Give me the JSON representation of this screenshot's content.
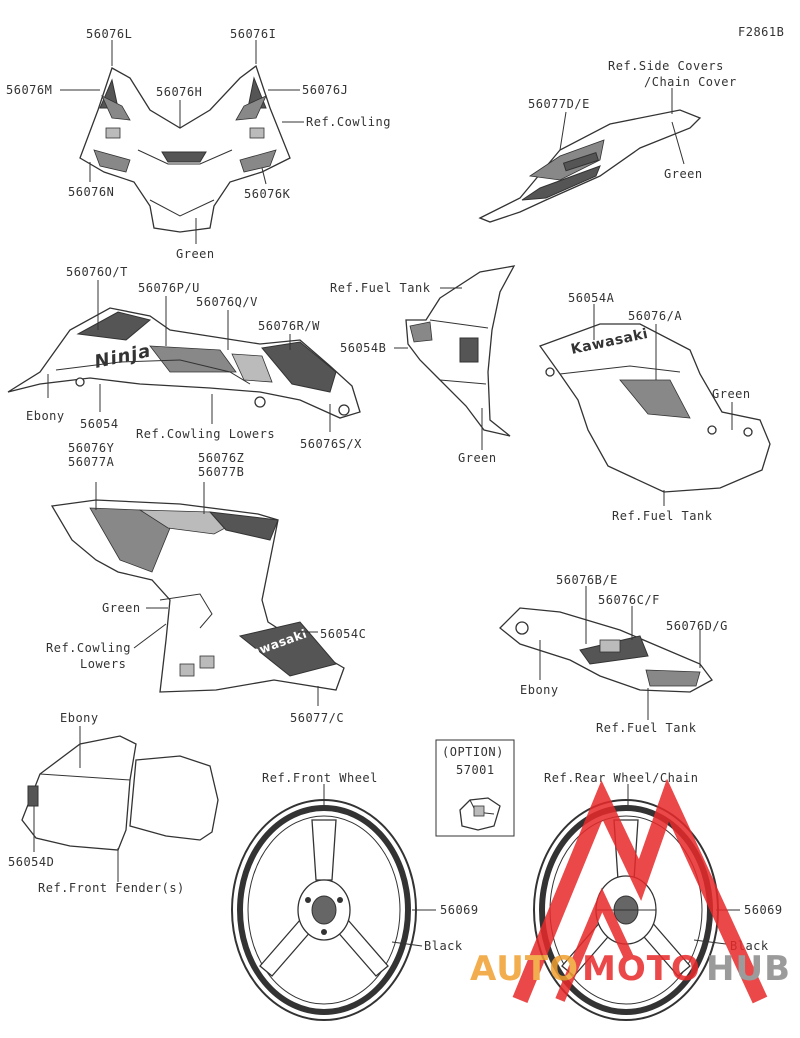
{
  "figure_code": "F2861B",
  "labels": {
    "l_56076L": "56076L",
    "l_56076I": "56076I",
    "l_56076M": "56076M",
    "l_56076H": "56076H",
    "l_56076J": "56076J",
    "l_ref_cowling": "Ref.Cowling",
    "l_56076N": "56076N",
    "l_56076K": "56076K",
    "l_green_top": "Green",
    "l_ref_side_covers_1": "Ref.Side Covers",
    "l_ref_side_covers_2": "/Chain Cover",
    "l_56077DE": "56077D/E",
    "l_green_tail": "Green",
    "l_56076OT": "56076O/T",
    "l_56076PU": "56076P/U",
    "l_56076QV": "56076Q/V",
    "l_56076RW": "56076R/W",
    "l_ebony_left": "Ebony",
    "l_56054": "56054",
    "l_ref_cowling_lowers": "Ref.Cowling Lowers",
    "l_56076SX": "56076S/X",
    "l_ref_fuel_tank_mid": "Ref.Fuel Tank",
    "l_56054B": "56054B",
    "l_green_mid": "Green",
    "l_56054A": "56054A",
    "l_56076A": "56076/A",
    "l_green_right": "Green",
    "l_ref_fuel_tank_right": "Ref.Fuel Tank",
    "l_56076Y": "56076Y",
    "l_56077A": "56077A",
    "l_56076Z": "56076Z",
    "l_56077B": "56077B",
    "l_green_lower": "Green",
    "l_ref_cowling_lowers2_1": "Ref.Cowling",
    "l_ref_cowling_lowers2_2": "Lowers",
    "l_56054C": "56054C",
    "l_56077C": "56077/C",
    "l_56076BE": "56076B/E",
    "l_56076CF": "56076C/F",
    "l_56076DG": "56076D/G",
    "l_ebony_tank": "Ebony",
    "l_ref_fuel_tank_low": "Ref.Fuel Tank",
    "l_ebony_fender": "Ebony",
    "l_56054D": "56054D",
    "l_ref_front_fender": "Ref.Front Fender(s)",
    "l_option": "(OPTION)",
    "l_57001": "57001",
    "l_ref_front_wheel": "Ref.Front Wheel",
    "l_56069_front": "56069",
    "l_black_front": "Black",
    "l_ref_rear_wheel": "Ref.Rear Wheel/Chain",
    "l_56069_rear": "56069",
    "l_black_rear": "Black"
  },
  "decal_text": {
    "ninja": "Ninja",
    "kawasaki_1": "Kawasaki",
    "kawasaki_2": "Kawasaki"
  },
  "watermark": {
    "auto": "AUTO",
    "moto": "MOTO",
    "hub": "HUB"
  },
  "colors": {
    "watermark_orange": "#f0a030",
    "watermark_red": "#e8292a",
    "watermark_gray": "#8a8a8a"
  }
}
